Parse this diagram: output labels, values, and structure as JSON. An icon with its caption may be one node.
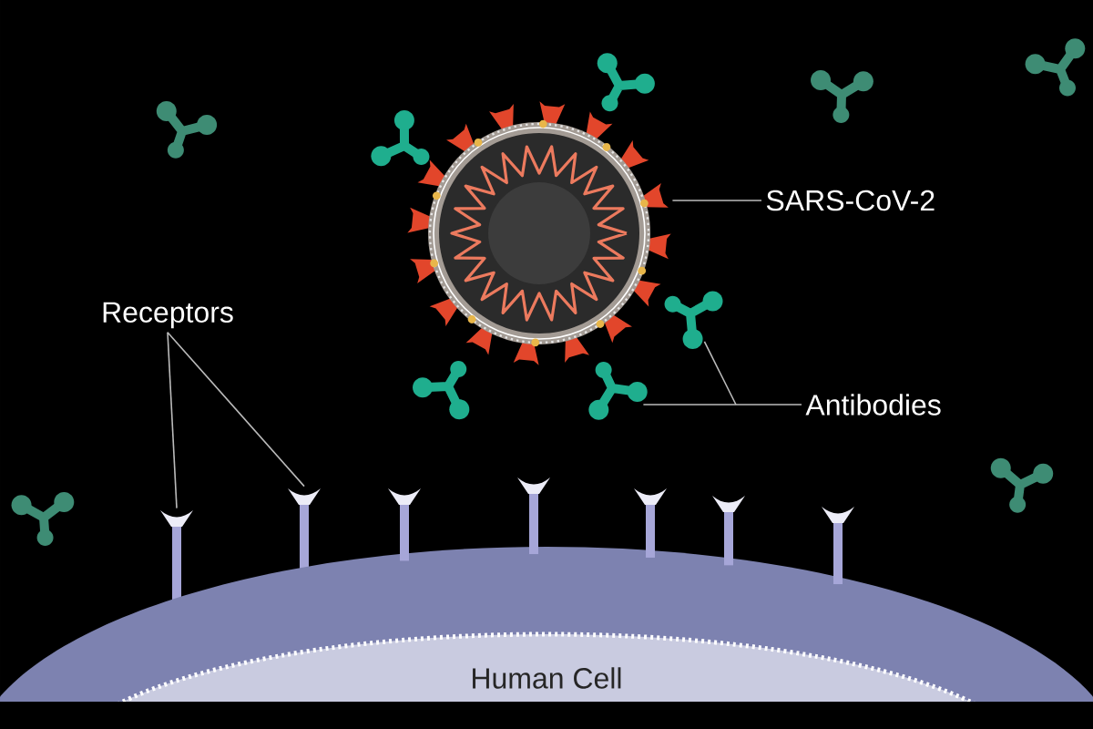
{
  "diagram": {
    "nodes": [
      {
        "text": [],
        "shape": "picture"
      },
      {
        "text": [
          "SARS-CoV-2"
        ]
      },
      {
        "text": [
          "Receptors"
        ]
      },
      {
        "text": [],
        "shape": "picture"
      },
      {
        "text": [],
        "shape": "picture"
      },
      {
        "text": [
          "Antibodies"
        ]
      },
      {
        "text": [],
        "shape": "picture"
      },
      {
        "text": [],
        "shape": "picture"
      },
      {
        "text": [
          "Human Cell"
        ]
      },
      {
        "text": [],
        "shape": "picture"
      },
      {
        "text": [],
        "shape": "picture"
      },
      {
        "text": [],
        "shape": "picture"
      }
    ],
    "edges": [
      {
        "from": 1,
        "to": 0,
        "arrow": "none"
      },
      {
        "from": 2,
        "to": 6,
        "arrow": "none"
      },
      {
        "from": 2,
        "to": 7,
        "arrow": "none"
      },
      {
        "from": 5,
        "to": 4,
        "arrow": "none"
      },
      {
        "from": 5,
        "to": 3,
        "arrow": "none"
      }
    ]
  }
}
